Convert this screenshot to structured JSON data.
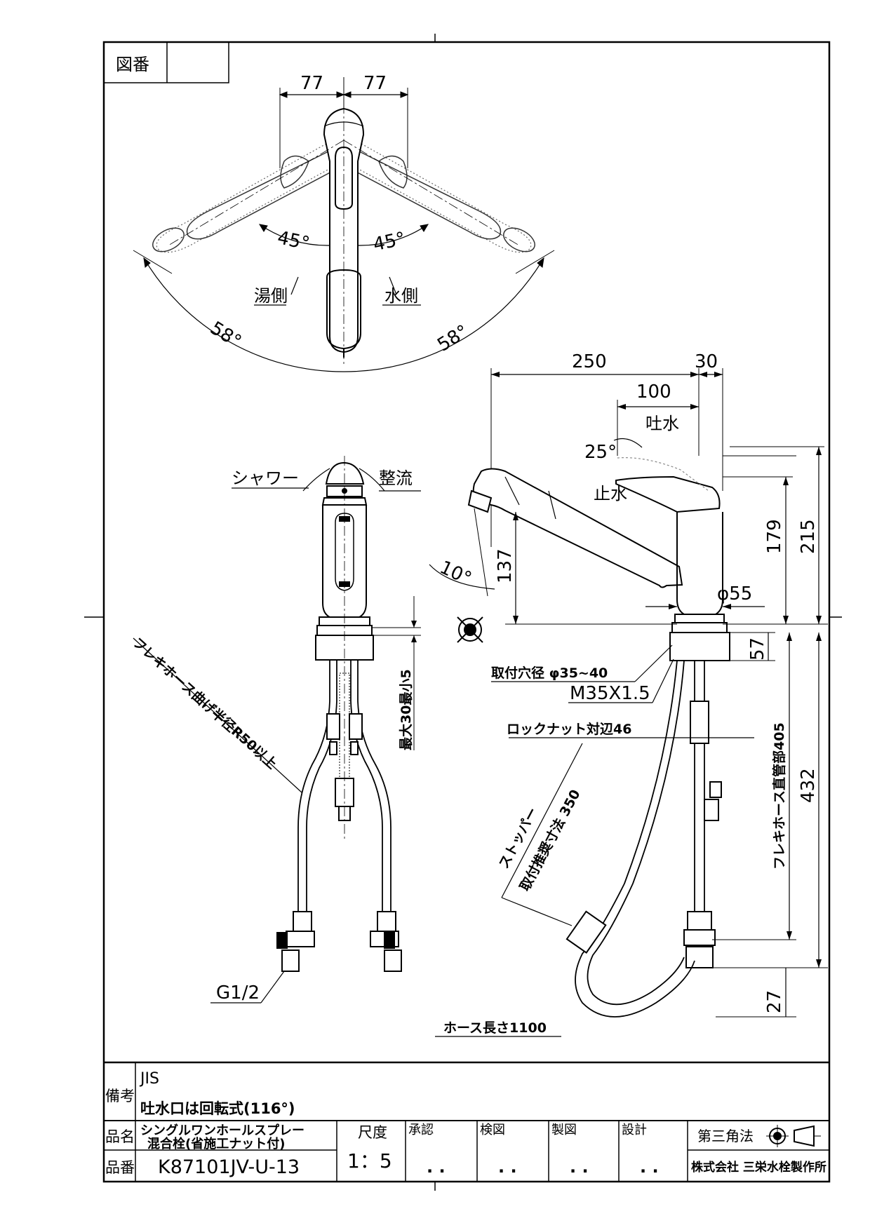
{
  "header": {
    "drawing_no_label": "図番",
    "drawing_no_value": ""
  },
  "top_view": {
    "dim_left": "77",
    "dim_right": "77",
    "angle_left_inner": "45°",
    "angle_right_inner": "45°",
    "angle_left_outer": "58°",
    "angle_right_outer": "58°",
    "hot_side": "湯側",
    "cold_side": "水側"
  },
  "front_view": {
    "shower": "シャワー",
    "straight": "整流",
    "install_thickness": "最大30最小5",
    "hose_bend": "フレキホース曲げ半径R50以上",
    "thread": "G1/2"
  },
  "side_view": {
    "dim_250": "250",
    "dim_30": "30",
    "dim_100": "100",
    "water_out": "吐水",
    "angle_25": "25°",
    "water_stop": "止水",
    "dim_179": "179",
    "dim_215": "215",
    "angle_10": "10°",
    "dim_137": "137",
    "dia_55": "φ55",
    "dim_57": "57",
    "hole_dia": "取付穴径  φ35~40",
    "thread_m": "M35X1.5",
    "locknut": "ロックナット対辺46",
    "stopper": "ストッパー",
    "stopper_dim": "取付推奨寸法 350",
    "flex_hose": "フレキホース直管部405",
    "dim_432": "432",
    "dim_27": "27",
    "hose_length": "ホース長さ1100"
  },
  "title_block": {
    "remarks_label": "備考",
    "remark1": "JIS",
    "remark2": "吐水口は回転式(116°)",
    "product_name_label": "品名",
    "product_name_1": "シングルワンホールスプレー",
    "product_name_2": "混合栓(省施工ナット付)",
    "product_no_label": "品番",
    "product_no": "K87101JV-U-13",
    "scale_label": "尺度",
    "scale_value": "1：5",
    "approve": "承認",
    "inspect": "検図",
    "draft": "製図",
    "design": "設計",
    "date_placeholder": ". .",
    "projection": "第三角法",
    "company": "株式会社 三栄水栓製作所"
  }
}
